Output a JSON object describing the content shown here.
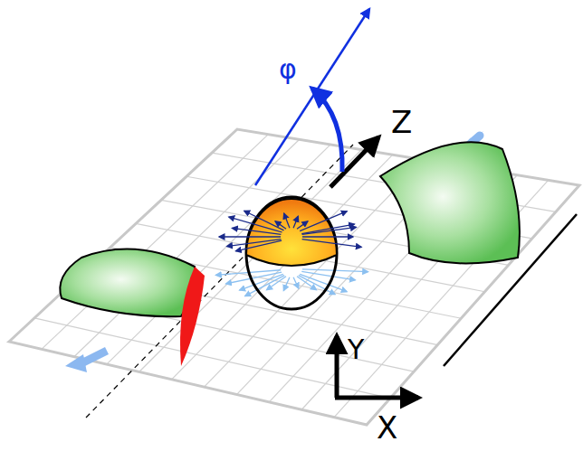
{
  "diagram": {
    "labels": [
      "φ",
      "Z",
      "Y",
      "X"
    ]
  }
}
